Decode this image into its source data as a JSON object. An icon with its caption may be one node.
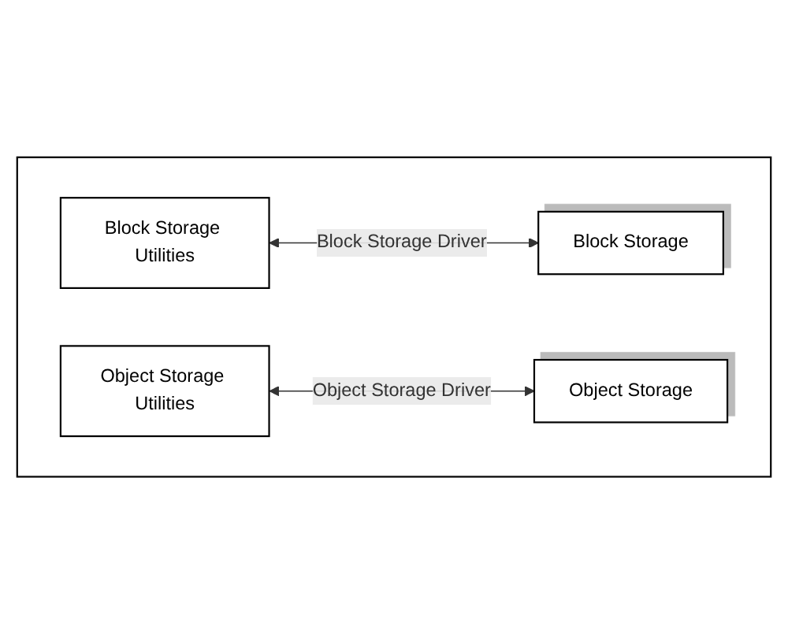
{
  "diagram": {
    "nodes": [
      {
        "text": [],
        "shape": "box"
      },
      {
        "text": [
          "Block Storage Utilities"
        ],
        "in": 0
      },
      {
        "text": [
          "Block Storage"
        ],
        "in": 0
      },
      {
        "text": [
          "Object Storage Utilities"
        ],
        "in": 0
      },
      {
        "text": [
          "Object Storage"
        ],
        "in": 0
      }
    ],
    "edges": [
      {
        "from": 1,
        "to": 2,
        "arrow": "both",
        "label": "Block Storage Driver"
      },
      {
        "from": 3,
        "to": 4,
        "arrow": "both",
        "label": "Object Storage Driver"
      }
    ]
  }
}
